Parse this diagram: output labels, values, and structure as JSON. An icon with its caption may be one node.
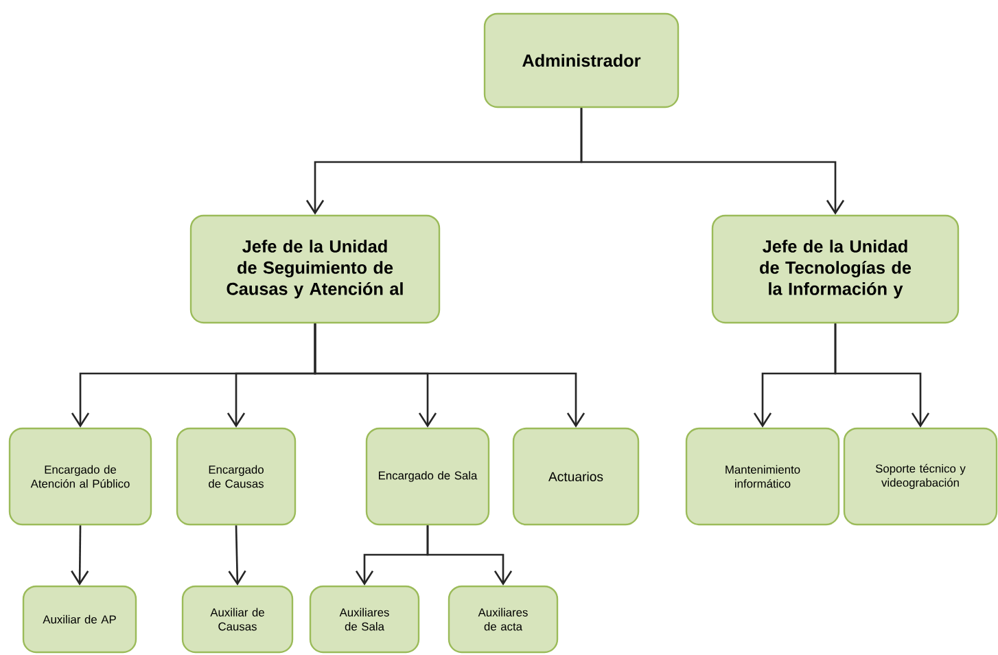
{
  "diagram": {
    "nodes": [
      {
        "text": [
          "Administrador"
        ]
      },
      {
        "text": [
          "Jefe de la Unidad de Seguimiento de Causas y Atención al"
        ]
      },
      {
        "text": [
          "Jefe de la Unidad de Tecnologías de la Información y"
        ]
      },
      {
        "text": [
          "Encargado de Atención al Público"
        ]
      },
      {
        "text": [
          "Encargado de Causas"
        ]
      },
      {
        "text": [
          "Encargado de Sala"
        ]
      },
      {
        "text": [
          "Actuarios"
        ]
      },
      {
        "text": [
          "Mantenimiento informático"
        ]
      },
      {
        "text": [
          "Soporte técnico y videograbación"
        ]
      },
      {
        "text": [
          "Auxiliar de AP"
        ]
      },
      {
        "text": [
          "Auxiliar de Causas"
        ]
      },
      {
        "text": [
          "Auxiliares de Sala"
        ]
      },
      {
        "text": [
          "Auxiliares de acta"
        ]
      }
    ],
    "edges": [
      {
        "from": 0,
        "to": 1,
        "arrow": "to"
      },
      {
        "from": 0,
        "to": 2,
        "arrow": "to"
      },
      {
        "from": 1,
        "to": 3,
        "arrow": "to"
      },
      {
        "from": 1,
        "to": 4,
        "arrow": "to"
      },
      {
        "from": 1,
        "to": 5,
        "arrow": "to"
      },
      {
        "from": 1,
        "to": 6,
        "arrow": "to"
      },
      {
        "from": 2,
        "to": 7,
        "arrow": "to"
      },
      {
        "from": 2,
        "to": 8,
        "arrow": "to"
      },
      {
        "from": 3,
        "to": 9,
        "arrow": "to"
      },
      {
        "from": 4,
        "to": 10,
        "arrow": "to"
      },
      {
        "from": 5,
        "to": 11,
        "arrow": "to"
      },
      {
        "from": 5,
        "to": 12,
        "arrow": "to"
      }
    ]
  }
}
